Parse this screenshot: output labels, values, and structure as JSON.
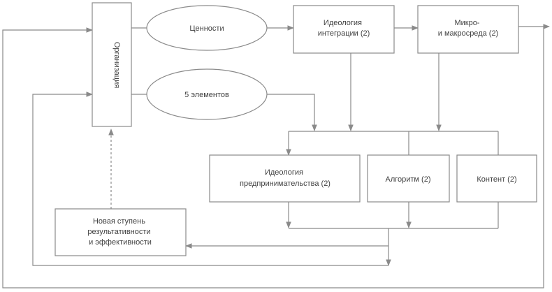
{
  "nodes": {
    "organization": "Организация",
    "values": "Ценности",
    "five_elements": "5 элементов",
    "integration_ideology": [
      "Идеология",
      "интеграции (2)"
    ],
    "micro_macro": [
      "Микро-",
      "и макросреда (2)"
    ],
    "entrepreneurship_ideology": [
      "Идеология",
      "предпринимательства (2)"
    ],
    "algorithm": "Алгоритм (2)",
    "content": "Контент (2)",
    "new_stage": [
      "Новая ступень",
      "результативности",
      "и эффективности"
    ]
  },
  "colors": {
    "stroke": "#8a8a8a",
    "text": "#3f3f3f",
    "background": "#ffffff"
  }
}
